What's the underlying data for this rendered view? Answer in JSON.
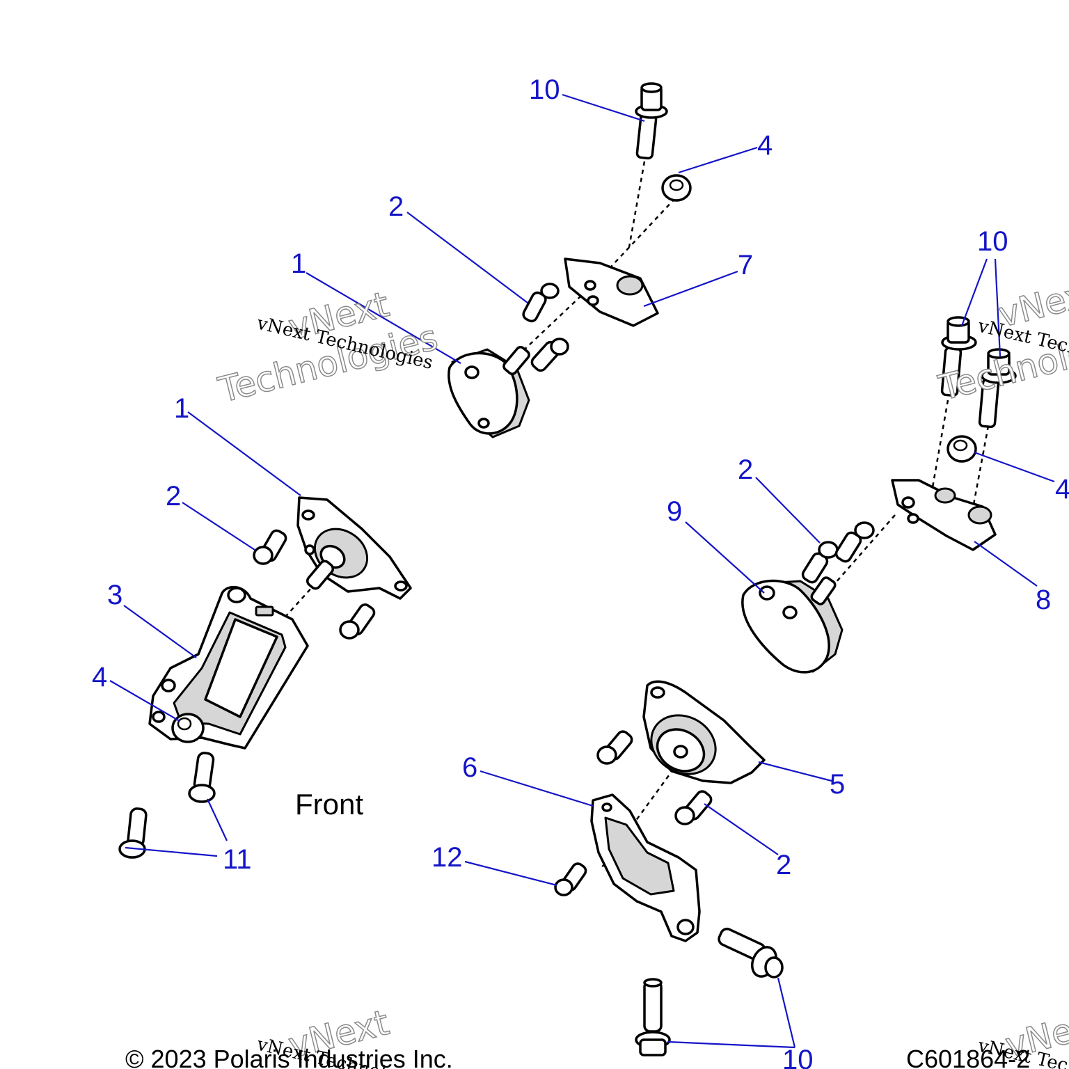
{
  "diagram": {
    "front_label": "Front",
    "copyright": "© 2023 Polaris Industries Inc.",
    "drawing_number": "C601864-2",
    "watermark": {
      "line": "vNext Technologies",
      "word1": "vNext",
      "word2": "Technologies"
    },
    "callouts": [
      {
        "id": "c10-top",
        "label": "10"
      },
      {
        "id": "c4-top",
        "label": "4"
      },
      {
        "id": "c2-top",
        "label": "2"
      },
      {
        "id": "c1-top",
        "label": "1"
      },
      {
        "id": "c7",
        "label": "7"
      },
      {
        "id": "c1-left",
        "label": "1"
      },
      {
        "id": "c2-left",
        "label": "2"
      },
      {
        "id": "c3",
        "label": "3"
      },
      {
        "id": "c4-left",
        "label": "4"
      },
      {
        "id": "c11",
        "label": "11"
      },
      {
        "id": "c10-right",
        "label": "10"
      },
      {
        "id": "c2-right",
        "label": "2"
      },
      {
        "id": "c9",
        "label": "9"
      },
      {
        "id": "c4-right",
        "label": "4"
      },
      {
        "id": "c8",
        "label": "8"
      },
      {
        "id": "c6",
        "label": "6"
      },
      {
        "id": "c5",
        "label": "5"
      },
      {
        "id": "c12",
        "label": "12"
      },
      {
        "id": "c2-bottom",
        "label": "2"
      },
      {
        "id": "c10-bottom",
        "label": "10"
      }
    ],
    "colors": {
      "callout": "#1414c8",
      "line": "#000000",
      "shade": "#d6d6d6"
    }
  }
}
